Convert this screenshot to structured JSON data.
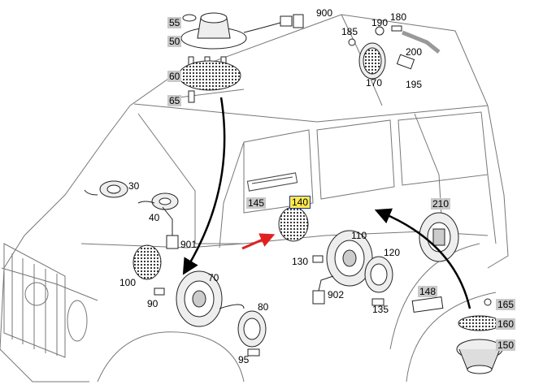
{
  "diagram": {
    "colors": {
      "line": "#555555",
      "arrow_highlight": "#e02020",
      "arrow": "#000000",
      "callout_box": "#c9c9c9",
      "selected_fill": "#ffe94d",
      "selected_border": "#1c2fa8"
    },
    "selected_callout": "140",
    "callouts": [
      {
        "id": "c55",
        "label": "55",
        "style": "boxed"
      },
      {
        "id": "c50",
        "label": "50",
        "style": "boxed"
      },
      {
        "id": "c60",
        "label": "60",
        "style": "boxed"
      },
      {
        "id": "c65",
        "label": "65",
        "style": "boxed"
      },
      {
        "id": "c900",
        "label": "900",
        "style": "plain"
      },
      {
        "id": "c190",
        "label": "190",
        "style": "plain"
      },
      {
        "id": "c180",
        "label": "180",
        "style": "plain"
      },
      {
        "id": "c185",
        "label": "185",
        "style": "plain"
      },
      {
        "id": "c200",
        "label": "200",
        "style": "plain"
      },
      {
        "id": "c170",
        "label": "170",
        "style": "plain"
      },
      {
        "id": "c195",
        "label": "195",
        "style": "plain"
      },
      {
        "id": "c30",
        "label": "30",
        "style": "plain"
      },
      {
        "id": "c40",
        "label": "40",
        "style": "plain"
      },
      {
        "id": "c901",
        "label": "901",
        "style": "plain"
      },
      {
        "id": "c145",
        "label": "145",
        "style": "boxed"
      },
      {
        "id": "c140",
        "label": "140",
        "style": "highlight"
      },
      {
        "id": "c210",
        "label": "210",
        "style": "boxed"
      },
      {
        "id": "c110",
        "label": "110",
        "style": "plain"
      },
      {
        "id": "c120",
        "label": "120",
        "style": "plain"
      },
      {
        "id": "c130",
        "label": "130",
        "style": "plain"
      },
      {
        "id": "c902",
        "label": "902",
        "style": "plain"
      },
      {
        "id": "c100",
        "label": "100",
        "style": "plain"
      },
      {
        "id": "c70",
        "label": "70",
        "style": "plain"
      },
      {
        "id": "c90",
        "label": "90",
        "style": "plain"
      },
      {
        "id": "c80",
        "label": "80",
        "style": "plain"
      },
      {
        "id": "c148",
        "label": "148",
        "style": "boxed"
      },
      {
        "id": "c135",
        "label": "135",
        "style": "plain"
      },
      {
        "id": "c165",
        "label": "165",
        "style": "boxed"
      },
      {
        "id": "c160",
        "label": "160",
        "style": "boxed"
      },
      {
        "id": "c150",
        "label": "150",
        "style": "boxed"
      },
      {
        "id": "c95",
        "label": "95",
        "style": "plain"
      }
    ]
  }
}
